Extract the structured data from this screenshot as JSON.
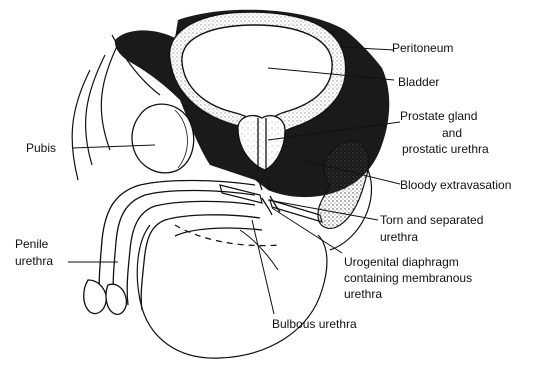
{
  "figure": {
    "labels": {
      "peritoneum": "Peritoneum",
      "bladder": "Bladder",
      "prostate_1": "Prostate gland",
      "prostate_2": "and",
      "prostate_3": "prostatic urethra",
      "pubis": "Pubis",
      "extravasation": "Bloody extravasation",
      "torn_1": "Torn and separated",
      "torn_2": "urethra",
      "penile_1": "Penile",
      "penile_2": "urethra",
      "urogenital_1": "Urogenital diaphragm",
      "urogenital_2": "containing membranous",
      "urogenital_3": "urethra",
      "bulbous": "Bulbous urethra"
    },
    "colors": {
      "ink": "#111111",
      "fill_dark": "#1a1a1a",
      "stipple": "#444444",
      "paper": "#ffffff"
    }
  }
}
